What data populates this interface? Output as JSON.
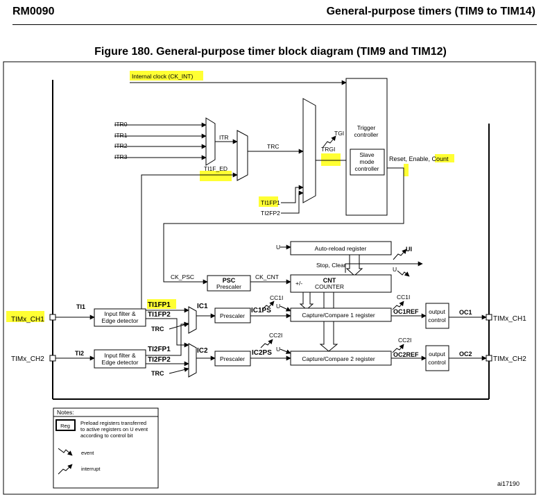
{
  "header": {
    "doc_id": "RM0090",
    "section": "General-purpose timers (TIM9 to TIM14)"
  },
  "figure": {
    "title": "Figure 180. General-purpose timer block diagram (TIM9 and TIM12)",
    "id_code": "ai17190"
  },
  "diagram": {
    "internal_clock": "Internal clock (CK_INT)",
    "itr_inputs": [
      "ITR0",
      "ITR1",
      "ITR2",
      "ITR3"
    ],
    "itr": "ITR",
    "trc": "TRC",
    "ti1f_ed": "TI1F_ED",
    "tgi": "TGI",
    "trgi": "TRGI",
    "ti1fp1": "TI1FP1",
    "ti2fp2": "TI2FP2",
    "trigger_controller": [
      "Trigger",
      "controller"
    ],
    "slave_mode_controller": [
      "Slave",
      "mode",
      "controller"
    ],
    "reset_enable_count": "Reset, Enable, Count",
    "u_label": "U",
    "ui_label": "UI",
    "auto_reload": "Auto-reload register",
    "stop_clear": "Stop, Clear",
    "ck_psc": "CK_PSC",
    "psc": "PSC",
    "prescaler": "Prescaler",
    "ck_cnt": "CK_CNT",
    "plus_minus": "+/-",
    "cnt": "CNT",
    "counter": "COUNTER",
    "ch1": {
      "pin": "TIMx_CH1",
      "ti": "TI1",
      "filter": [
        "Input filter &",
        "Edge detector"
      ],
      "fp1": "TI1FP1",
      "fp2": "TI1FP2",
      "trc": "TRC",
      "ic": "IC1",
      "prescaler": "Prescaler",
      "icps": "IC1PS",
      "cci": "CC1I",
      "u": "U",
      "ccr": "Capture/Compare 1 register",
      "cci_out": "CC1I",
      "ocref": "OC1REF",
      "output_control": [
        "output",
        "control"
      ],
      "oc": "OC1",
      "out_pin": "TIMx_CH1"
    },
    "ch2": {
      "pin": "TIMx_CH2",
      "ti": "TI2",
      "filter": [
        "Input filter &",
        "Edge detector"
      ],
      "fp1": "TI2FP1",
      "fp2": "TI2FP2",
      "trc": "TRC",
      "ic": "IC2",
      "prescaler": "Prescaler",
      "icps": "IC2PS",
      "cci": "CC2I",
      "u": "U",
      "ccr": "Capture/Compare 2 register",
      "cci_out": "CC2I",
      "ocref": "OC2REF",
      "output_control": [
        "output",
        "control"
      ],
      "oc": "OC2",
      "out_pin": "TIMx_CH2"
    },
    "notes": {
      "title": "Notes:",
      "reg": "Reg",
      "reg_desc": [
        "Preload registers transferred",
        "to active registers on U event",
        "according to control bit"
      ],
      "event": "event",
      "interrupt": "interrupt"
    }
  },
  "highlight_color": "#ffff33"
}
